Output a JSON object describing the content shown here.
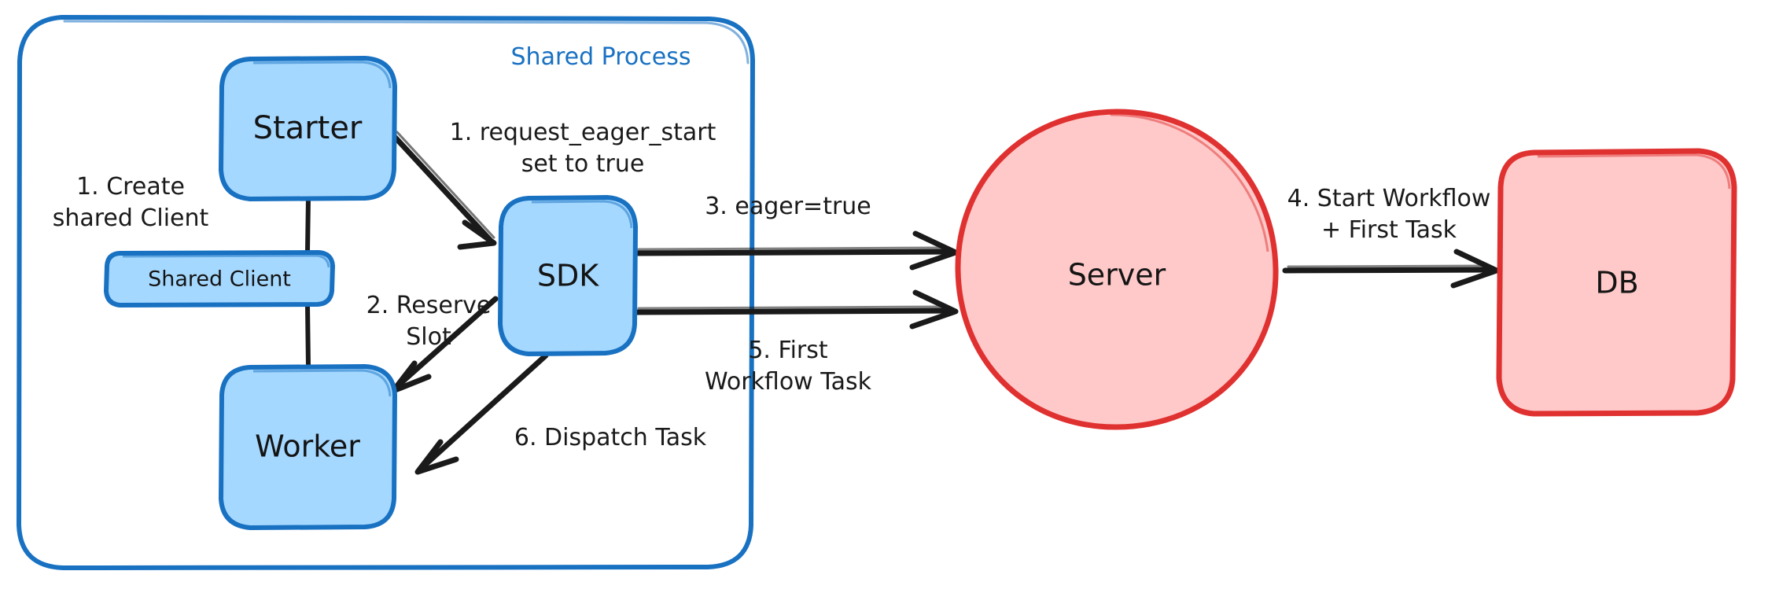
{
  "diagram": {
    "title": "Eager Workflow Start sequence",
    "colors": {
      "node_blue_fill": "#a5d8ff",
      "node_blue_stroke": "#1971c2",
      "node_red_fill": "#ffc9c9",
      "node_red_stroke": "#e03131",
      "edge_stroke": "#1a1a1a",
      "group_label": "#1971c2",
      "background": "#ffffff"
    },
    "group": {
      "label": "Shared Process"
    },
    "nodes": [
      {
        "id": "starter",
        "label": "Starter",
        "shape": "rounded-rect",
        "color": "blue"
      },
      {
        "id": "shared_client",
        "label": "Shared Client",
        "shape": "rounded-rect",
        "color": "blue"
      },
      {
        "id": "worker",
        "label": "Worker",
        "shape": "rounded-rect",
        "color": "blue"
      },
      {
        "id": "sdk",
        "label": "SDK",
        "shape": "rounded-rect",
        "color": "blue"
      },
      {
        "id": "server",
        "label": "Server",
        "shape": "ellipse",
        "color": "red"
      },
      {
        "id": "db",
        "label": "DB",
        "shape": "rounded-rect",
        "color": "red"
      }
    ],
    "edges": [
      {
        "id": "e1",
        "from": "starter",
        "to": "sdk",
        "label": "1. request_eager_start\nset to true",
        "line1": "1. request_eager_start",
        "line2": "set to true"
      },
      {
        "id": "e2",
        "from": "starter",
        "to": "shared_client",
        "label": "1. Create\nshared Client",
        "line1": "1. Create",
        "line2": "shared Client"
      },
      {
        "id": "e3",
        "from": "sdk",
        "to": "worker",
        "label": "2. Reserve\nSlot",
        "line1": "2. Reserve",
        "line2": "Slot"
      },
      {
        "id": "e4",
        "from": "sdk",
        "to": "server",
        "label": "3. eager=true",
        "line1": "3. eager=true",
        "line2": ""
      },
      {
        "id": "e5",
        "from": "server",
        "to": "db",
        "label": "4. Start Workflow\n+ First Task",
        "line1": "4. Start Workflow",
        "line2": "+ First Task"
      },
      {
        "id": "e6",
        "from": "server",
        "to": "sdk",
        "label": "5. First\nWorkflow Task",
        "line1": "5. First",
        "line2": "Workflow Task"
      },
      {
        "id": "e7",
        "from": "sdk",
        "to": "worker",
        "label": "6. Dispatch Task",
        "line1": "6. Dispatch Task",
        "line2": ""
      }
    ]
  }
}
